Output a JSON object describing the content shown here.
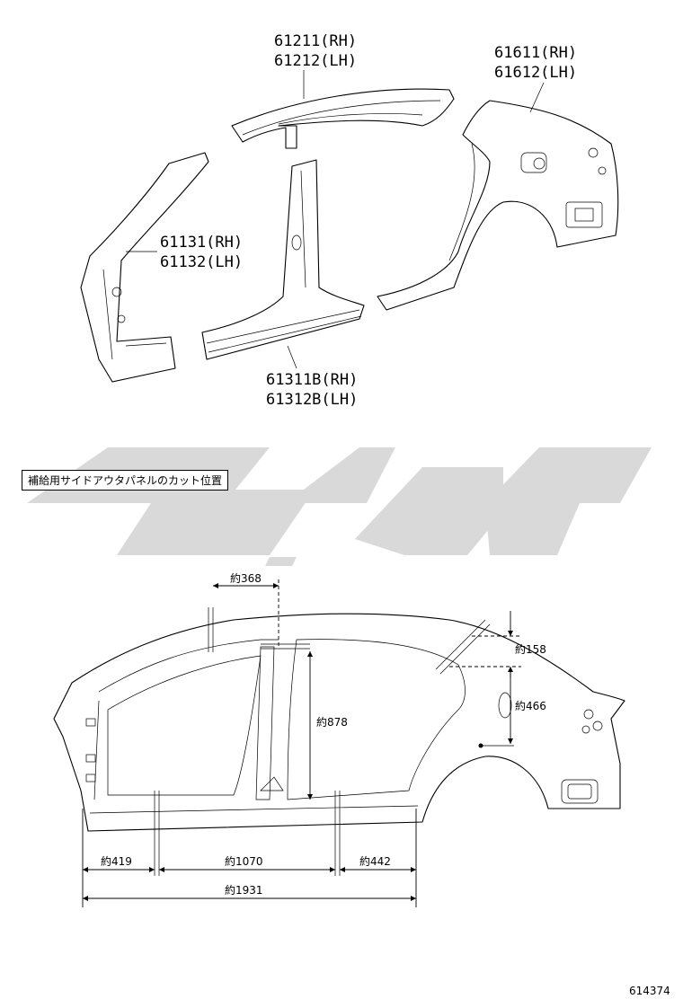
{
  "parts": {
    "roof_side_rail": [
      "61211(RH)",
      "61212(LH)"
    ],
    "quarter_panel": [
      "61611(RH)",
      "61612(LH)"
    ],
    "front_pillar": [
      "61131(RH)",
      "61132(LH)"
    ],
    "rocker_center_pillar": [
      "61311B(RH)",
      "61312B(LH)"
    ]
  },
  "note": "補給用サイドアウタパネルのカット位置",
  "dimensions": {
    "d368": "約368",
    "d158": "約158",
    "d878": "約878",
    "d466": "約466",
    "d419": "約419",
    "d1070": "約1070",
    "d442": "約442",
    "d1931": "約1931"
  },
  "reference_code": "614374",
  "watermark": {
    "color": "#d9d9d9"
  }
}
